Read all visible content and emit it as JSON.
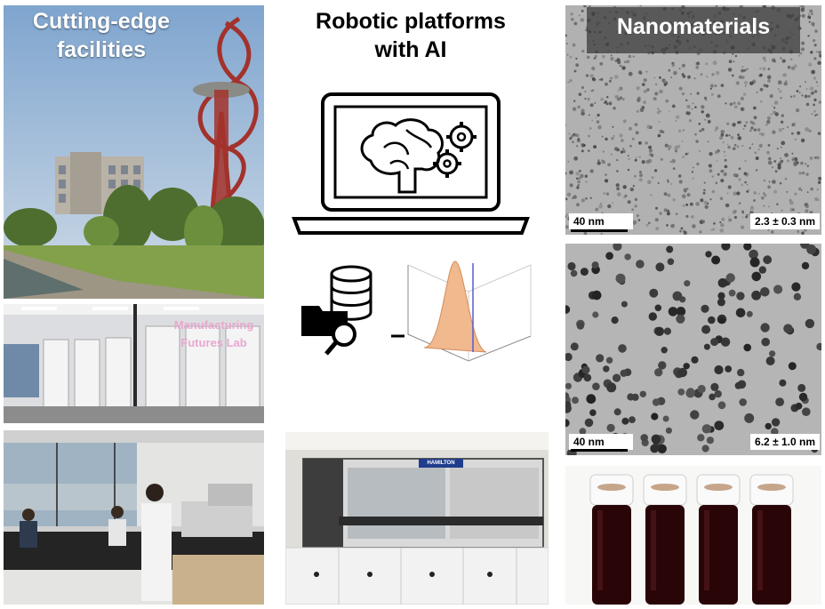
{
  "left": {
    "header": "Cutting-edge facilities",
    "lab_sign": [
      "Manufacturing",
      "Futures Lab"
    ]
  },
  "middle": {
    "header": "Robotic platforms with AI",
    "instrument_brand": "HAMILTON"
  },
  "right": {
    "header": "Nanomaterials",
    "tem1": {
      "scale_bar": "40 nm",
      "size": "2.3 ± 0.3 nm"
    },
    "tem2": {
      "scale_bar": "40 nm",
      "size": "6.2 ± 1.0 nm"
    }
  },
  "colors": {
    "sky": "#8fb3d6",
    "tower_red": "#a3322c",
    "tem_gray": "#a9a9a9",
    "vial_liquid": "#2a0508",
    "curve_fill": "#f0b98e"
  }
}
